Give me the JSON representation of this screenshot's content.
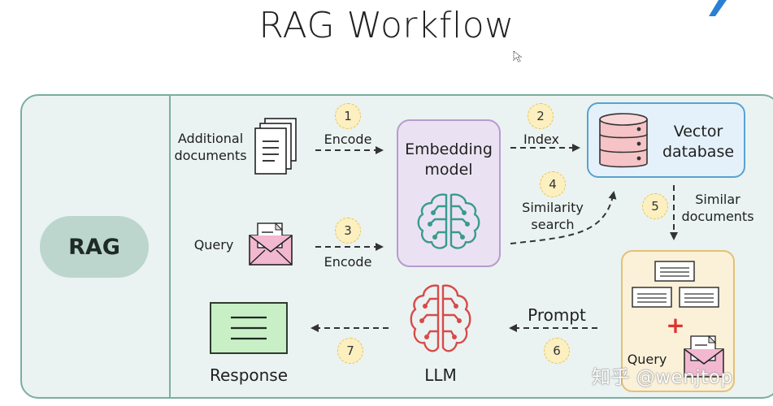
{
  "title": "RAG Workflow",
  "rag_label": "RAG",
  "inputs": {
    "documents_line1": "Additional",
    "documents_line2": "documents",
    "query": "Query"
  },
  "embedding_model": {
    "line1": "Embedding",
    "line2": "model"
  },
  "vector_database": {
    "line1": "Vector",
    "line2": "database"
  },
  "edges": {
    "encode_docs": "Encode",
    "index": "Index",
    "encode_query": "Encode",
    "similarity_line1": "Similarity",
    "similarity_line2": "search",
    "similar_line1": "Similar",
    "similar_line2": "documents",
    "prompt": "Prompt"
  },
  "steps": [
    "1",
    "2",
    "3",
    "4",
    "5",
    "6",
    "7"
  ],
  "prompt_box": {
    "plus": "+",
    "query": "Query"
  },
  "llm_label": "LLM",
  "response_label": "Response",
  "watermark": "知乎 @wenjtop",
  "colors": {
    "panel_bg": "#eaf3f1",
    "panel_border": "#7aaea0",
    "embedding_bg": "#eae2f2",
    "vector_db_border": "#5aa2cf",
    "brain_teal": "#3a9a8e",
    "brain_red": "#d84a4a",
    "response_bg": "#c9efc6",
    "step_badge": "#fcefc0"
  }
}
